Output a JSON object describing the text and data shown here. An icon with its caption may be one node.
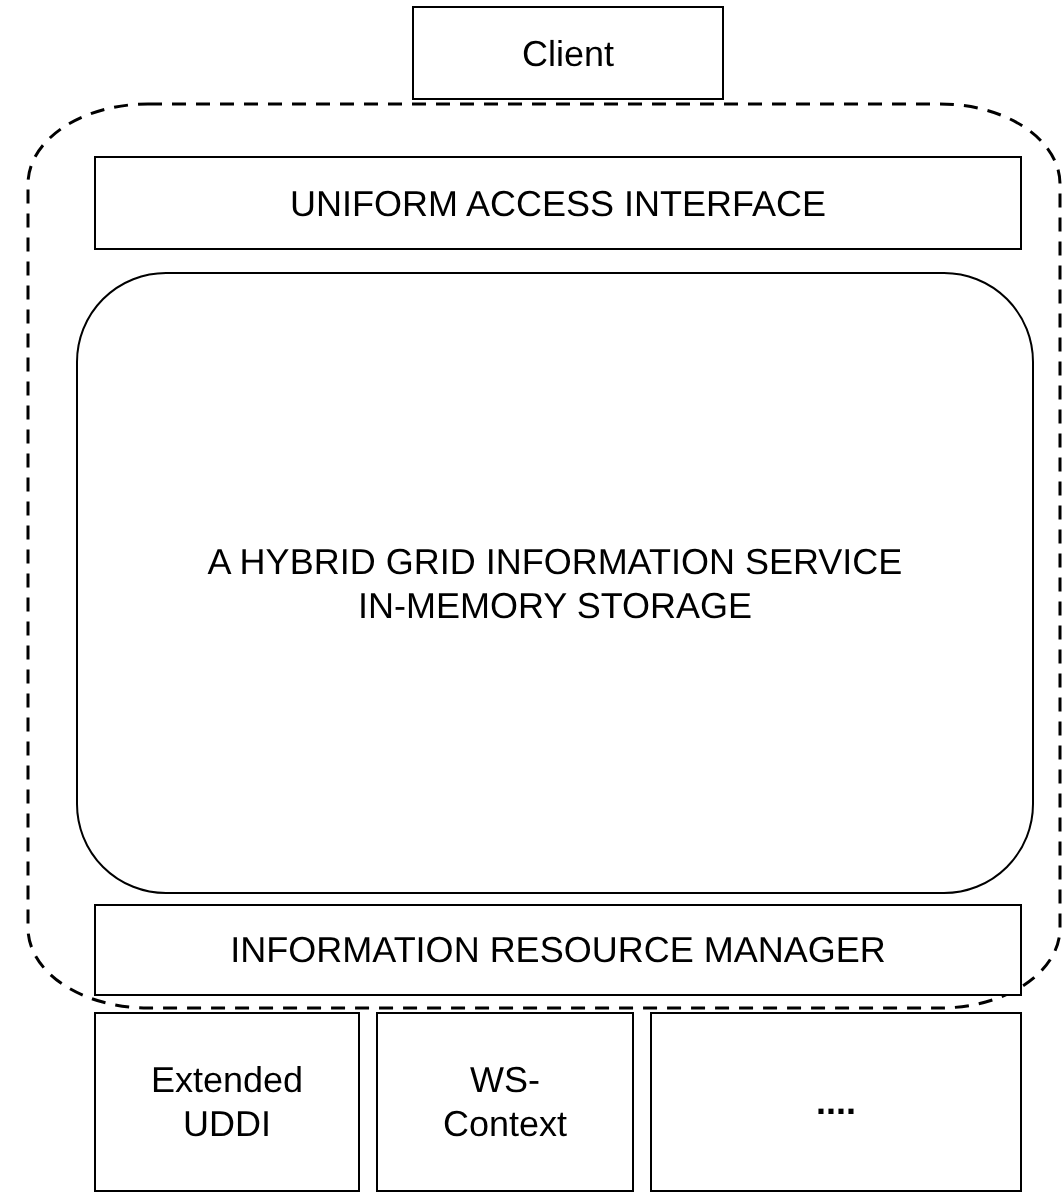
{
  "diagram": {
    "nodes": [
      {
        "text": [
          "Client"
        ]
      },
      {
        "text": [],
        "shape": "box"
      },
      {
        "text": [
          "UNIFORM ACCESS INTERFACE"
        ],
        "in": 1
      },
      {
        "text": [
          "A HYBRID GRID INFORMATION SERVICE",
          "IN-MEMORY STORAGE"
        ],
        "in": 1
      },
      {
        "text": [
          "INFORMATION RESOURCE MANAGER"
        ],
        "in": 1
      },
      {
        "text": [
          "Extended UDDI"
        ]
      },
      {
        "text": [
          "WS-Context"
        ]
      },
      {
        "text": [
          "...."
        ]
      }
    ]
  }
}
